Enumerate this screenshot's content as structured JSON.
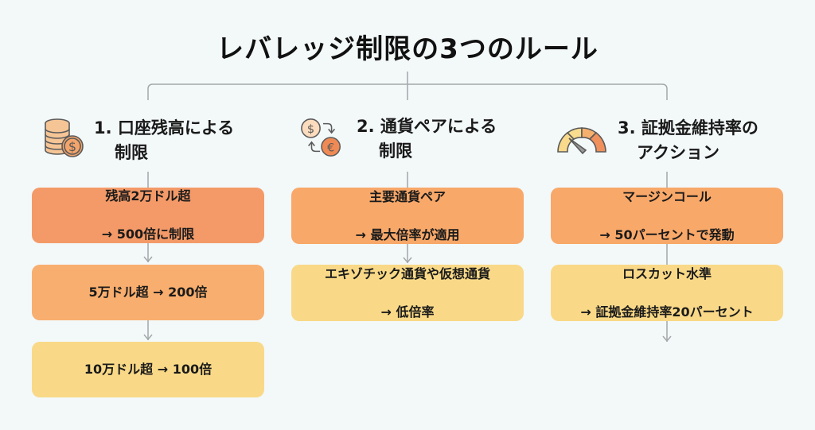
{
  "title": "レバレッジ制限の3つのルール",
  "colors": {
    "background": "#f3f8f9",
    "box_dark": "#f39a68",
    "box_mid": "#f8ae6e",
    "box_light": "#f9d987",
    "connector": "#a0a4a6"
  },
  "columns": [
    {
      "icon": "coin-stack-dollar-icon",
      "heading": "1. 口座残高による\n   制限",
      "heading_line1": "1. 口座残高による",
      "heading_line2": "制限",
      "boxes": [
        {
          "line1": "残高2万ドル超",
          "line2": "→ 500倍に制限"
        },
        {
          "line1": "5万ドル超 → 200倍",
          "line2": ""
        },
        {
          "line1": "10万ドル超 → 100倍",
          "line2": ""
        }
      ]
    },
    {
      "icon": "currency-exchange-icon",
      "heading_line1": "2. 通貨ペアによる",
      "heading_line2": "制限",
      "boxes": [
        {
          "line1": "主要通貨ペア",
          "line2": "→ 最大倍率が適用"
        },
        {
          "line1": "エキゾチック通貨や仮想通貨",
          "line2": "→ 低倍率"
        }
      ]
    },
    {
      "icon": "gauge-meter-icon",
      "heading_line1": "3. 証拠金維持率の",
      "heading_line2": "アクション",
      "boxes": [
        {
          "line1": "マージンコール",
          "line2": "→ 50パーセントで発動"
        },
        {
          "line1": "ロスカット水準",
          "line2": "→ 証拠金維持率20パーセント"
        }
      ]
    }
  ]
}
